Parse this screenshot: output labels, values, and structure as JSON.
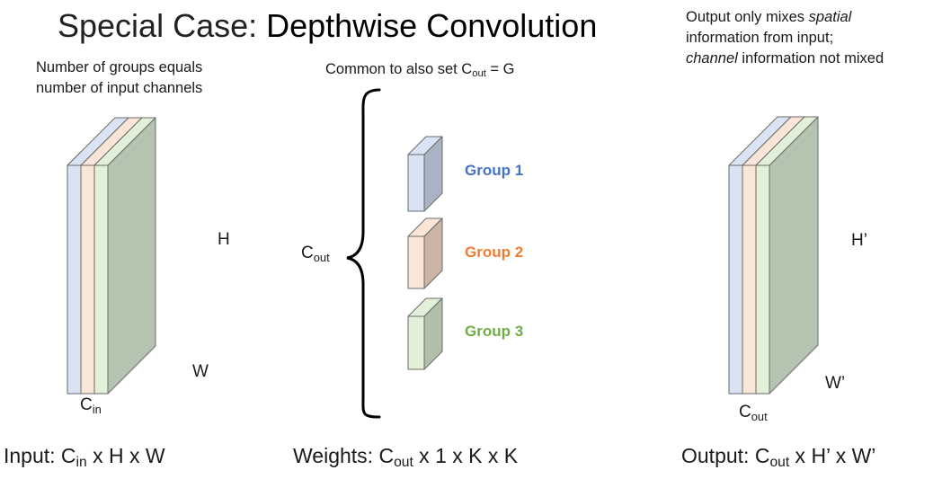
{
  "title": {
    "prefix": "Special Case: ",
    "emphasis": "Depthwise Convolution"
  },
  "notes": {
    "groups_line1": "Number of groups equals",
    "groups_line2": "number of input channels",
    "cout_prefix": "Common to also set C",
    "cout_sub": "out",
    "cout_suffix": " = G",
    "output_line1_a": "Output only mixes ",
    "output_line1_em": "spatial",
    "output_line2": "information from input;",
    "output_line3_em": "channel",
    "output_line3_b": " information not mixed"
  },
  "input_block": {
    "dim_h": "H",
    "dim_w": "W",
    "c_main": "C",
    "c_sub": "in",
    "colors": {
      "blue": "#dae3f3",
      "orange": "#fbe5d6",
      "green": "#e2f0d9",
      "side": "#b4c4b0"
    }
  },
  "weights": {
    "brace_c": "C",
    "brace_sub": "out",
    "groups": [
      {
        "label": "Group 1",
        "color": "#4472c4",
        "front": "#dae3f3",
        "side": "#aab3c3"
      },
      {
        "label": "Group 2",
        "color": "#ed7d31",
        "front": "#fbe5d6",
        "side": "#cbb5a6"
      },
      {
        "label": "Group 3",
        "color": "#70ad47",
        "front": "#e2f0d9",
        "side": "#b2c0a9"
      }
    ]
  },
  "output_block": {
    "dim_h": "H’",
    "dim_w": "W’",
    "c_main": "C",
    "c_sub": "out"
  },
  "captions": {
    "input_a": "Input: C",
    "input_sub": "in",
    "input_b": " x H x W",
    "weights_a": "Weights: C",
    "weights_sub": "out",
    "weights_b": " x 1 x K x K",
    "output_a": "Output: C",
    "output_sub": "out",
    "output_b": " x H’ x W’"
  }
}
